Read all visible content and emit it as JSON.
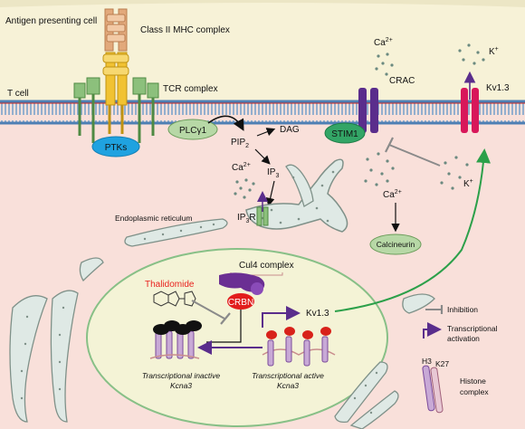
{
  "labels": {
    "apc": "Antigen presenting cell",
    "mhc": "Class II MHC complex",
    "tcr": "TCR complex",
    "tcell": "T cell",
    "ptks": "PTKs",
    "plc": "PLCγ1",
    "pip2": "PIP",
    "pip2_sub": "2",
    "dag": "DAG",
    "stim1": "STIM1",
    "crac": "CRAC",
    "kv13_top": "Kv1.3",
    "ca_top": "Ca",
    "ca_sup": "2+",
    "k_top": "K",
    "k_sup": "+",
    "ip3": "IP",
    "ip3_sub": "3",
    "ca_left": "Ca",
    "ca_left_sup": "2+",
    "ip3r": "IP",
    "ip3r_sub": "3",
    "ip3r_r": "R",
    "er": "Endoplasmic reticulum",
    "ca_mid": "Ca",
    "ca_mid_sup": "2+",
    "k_mid": "K",
    "k_mid_sup": "+",
    "calcineurin": "Calcineurin",
    "cul4": "Cul4 complex",
    "thalidomide": "Thalidomide",
    "crbn": "CRBN",
    "kv13_nuc": "Kv1.3",
    "inactive_l1": "Transcriptional inactive",
    "inactive_l2": "Kcna3",
    "active_l1": "Transcriptional active",
    "active_l2": "Kcna3",
    "legend_inhibition": "Inhibition",
    "legend_act_l1": "Transcriptional",
    "legend_act_l2": "activation",
    "h3": "H3",
    "k27": "K27",
    "histone_l1": "Histone",
    "histone_l2": "complex"
  },
  "colors": {
    "apc_fill": "#f7f2d7",
    "tcell_fill": "#f9e0da",
    "membrane_blue": "#7aa3cc",
    "nucleus_fill": "#f4f3d6",
    "nucleus_stroke": "#88c087",
    "er_fill": "#dfe9e5",
    "er_stroke": "#7f9189",
    "ptks": "#1fa2e0",
    "plc": "#b7d8a6",
    "stim1": "#33a566",
    "crac": "#5a2d8c",
    "kv13": "#d8175a",
    "crbn": "#e21c1c",
    "cul4": "#6b2f93",
    "tcr_green": "#8cc07c",
    "mhc_orange": "#e2a97b",
    "tcr_gold": "#f1c232",
    "activation_arrow": "#5a2d8c",
    "green_arrow": "#2ca04a",
    "inhibit_gray": "#8a8a8a",
    "thalidomide_red": "#e8221e"
  },
  "icons": [
    "ion-dots",
    "histone-icon",
    "inhibition-line-icon",
    "activation-arrow-icon",
    "thalidomide-molecule-icon"
  ]
}
